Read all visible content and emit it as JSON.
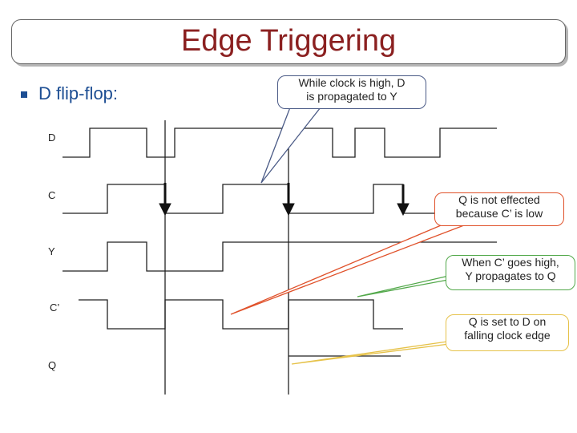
{
  "title": "Edge Triggering",
  "subtitle": "D flip-flop:",
  "signals": [
    {
      "id": "D",
      "label": "D"
    },
    {
      "id": "C",
      "label": "C"
    },
    {
      "id": "Y",
      "label": "Y"
    },
    {
      "id": "Cp",
      "label": "C’"
    },
    {
      "id": "Q",
      "label": "Q"
    }
  ],
  "callouts": [
    {
      "id": "propagate",
      "lines": [
        "While clock is high, D",
        "is propagated to Y"
      ],
      "color": "#4a5a86"
    },
    {
      "id": "not-effected",
      "lines": [
        "Q is not effected",
        "because C’ is low"
      ],
      "color": "#e0512a"
    },
    {
      "id": "c-prime-high",
      "lines": [
        "When C’ goes high,",
        "Y propagates to Q"
      ],
      "color": "#52a84a"
    },
    {
      "id": "falling-edge",
      "lines": [
        "Q is set to D on",
        "falling clock edge"
      ],
      "color": "#e6c24a"
    }
  ],
  "colors": {
    "title": "#8b2020",
    "subtitle": "#1d4e93",
    "trace": "#222222"
  }
}
